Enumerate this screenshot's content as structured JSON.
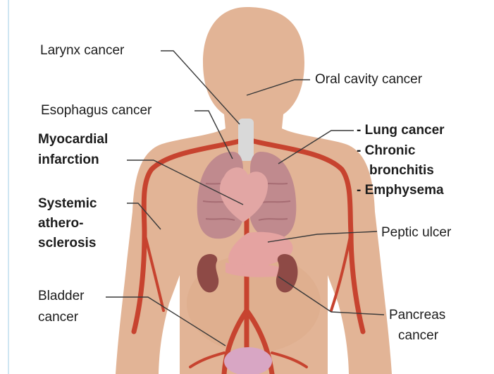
{
  "colors": {
    "skin": "#e2b496",
    "skin_shadow": "#d9a684",
    "artery": "#c7432f",
    "lung": "#c08a8e",
    "lung_dark": "#9c6068",
    "heart": "#e2a6a4",
    "kidney": "#8e4a46",
    "trachea": "#d9d9d9",
    "stomach": "#e5a3a1",
    "bladder": "#d8a6c4",
    "leader_line": "#3a3a3a",
    "left_rule": "#cfe6f2"
  },
  "labels": {
    "larynx": "Larynx cancer",
    "oral": "Oral cavity cancer",
    "esophagus": "Esophagus cancer",
    "myocardial_1": "Myocardial",
    "myocardial_2": "infarction",
    "lung": "- Lung cancer",
    "chronic_1": "- Chronic",
    "chronic_2": "bronchitis",
    "emphysema": "- Emphysema",
    "systemic_1": "Systemic",
    "systemic_2": "athero-",
    "systemic_3": "sclerosis",
    "peptic": "Peptic ulcer",
    "bladder_1": "Bladder",
    "bladder_2": "cancer",
    "pancreas_1": "Pancreas",
    "pancreas_2": "cancer"
  }
}
